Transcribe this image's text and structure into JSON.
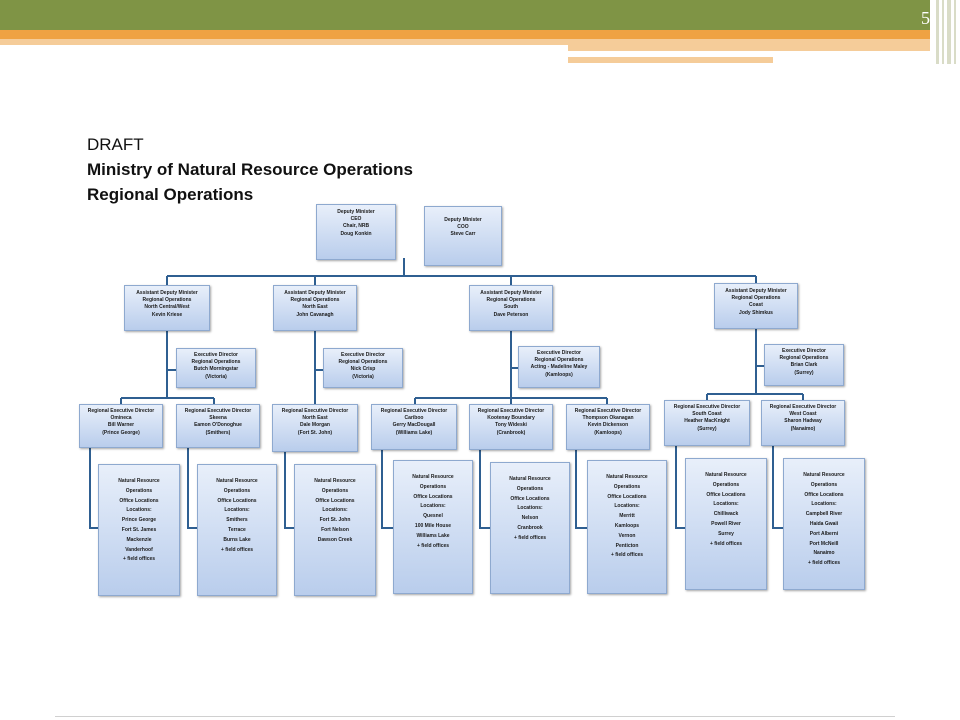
{
  "slide": {
    "page_number": "5"
  },
  "title": {
    "line1": "DRAFT",
    "line2": "Ministry of Natural Resource Operations",
    "line3": "Regional Operations"
  },
  "org": {
    "dm_ceo": [
      "Deputy Minister",
      "CEO",
      "Chair, NRB",
      "Doug Konkin"
    ],
    "dm_coo": [
      "Deputy Minister",
      "COO",
      "Steve Carr"
    ],
    "adm_ncw": [
      "Assistant Deputy Minister",
      "Regional Operations",
      "North Central/West",
      "Kevin Kriese"
    ],
    "adm_ne": [
      "Assistant Deputy Minister",
      "Regional Operations",
      "North East",
      "John Cavanagh"
    ],
    "adm_south": [
      "Assistant Deputy Minister",
      "Regional Operations",
      "South",
      "Dave Peterson"
    ],
    "adm_coast": [
      "Assistant Deputy Minister",
      "Regional Operations",
      "Coast",
      "Jody Shimkus"
    ],
    "ed_ncw": [
      "Executive Director",
      "Regional Operations",
      "Butch Morningstar",
      "(Victoria)"
    ],
    "ed_ne": [
      "Executive Director",
      "Regional Operations",
      "Nick Crisp",
      "(Victoria)"
    ],
    "ed_south": [
      "Executive Director",
      "Regional Operations",
      "Acting - Madeline Maley",
      "(Kamloops)"
    ],
    "ed_coast": [
      "Executive Director",
      "Regional Operations",
      "Brian Clark",
      "(Surrey)"
    ],
    "red_omineca": [
      "Regional Executive Director",
      "Omineca",
      "Bill Warner",
      "(Prince George)"
    ],
    "red_skeena": [
      "Regional Executive Director",
      "Skeena",
      "Eamon O'Donoghue",
      "(Smithers)"
    ],
    "red_northeast": [
      "Regional Executive Director",
      "North East",
      "Dale Morgan",
      "(Fort St. John)"
    ],
    "red_cariboo": [
      "Regional Executive Director",
      "Cariboo",
      "Gerry MacDougall",
      "(Williams Lake)"
    ],
    "red_kootenay": [
      "Regional Executive Director",
      "Kootenay Boundary",
      "Tony Wideski",
      "(Cranbrook)"
    ],
    "red_thompson": [
      "Regional Executive Director",
      "Thompson Okanagan",
      "Kevin Dickenson",
      "(Kamloops)"
    ],
    "red_southcoast": [
      "Regional Executive Director",
      "South Coast",
      "Heather MacKnight",
      "(Surrey)"
    ],
    "red_westcoast": [
      "Regional Executive Director",
      "West Coast",
      "Sharon Hadway",
      "(Nanaimo)"
    ],
    "nro_omineca": [
      "Natural Resource",
      "Operations",
      "Office Locations",
      "Locations:",
      "Prince George",
      "Fort St. James",
      "Mackenzie",
      "Vanderhoof",
      "+ field offices"
    ],
    "nro_skeena": [
      "Natural Resource",
      "Operations",
      "Office Locations",
      "Locations:",
      "Smithers",
      "Terrace",
      "Burns Lake",
      "+ field offices"
    ],
    "nro_northeast": [
      "Natural Resource",
      "Operations",
      "Office Locations",
      "Locations:",
      "Fort St. John",
      "Fort Nelson",
      "Dawson Creek"
    ],
    "nro_cariboo": [
      "Natural Resource",
      "Operations",
      "Office Locations",
      "Locations:",
      "Quesnel",
      "100 Mile House",
      "Williams Lake",
      "+ field offices"
    ],
    "nro_kootenay": [
      "Natural Resource",
      "Operations",
      "Office Locations",
      "Locations:",
      "Nelson",
      "Cranbrook",
      "+ field offices"
    ],
    "nro_thompson": [
      "Natural Resource",
      "Operations",
      "Office Locations",
      "Locations:",
      "Merritt",
      "Kamloops",
      "Vernon",
      "Penticton",
      "+ field offices"
    ],
    "nro_southcoast": [
      "Natural Resource",
      "Operations",
      "Office Locations",
      "Locations:",
      "Chilliwack",
      "Powell River",
      "Surrey",
      "+ field offices"
    ],
    "nro_westcoast": [
      "Natural Resource",
      "Operations",
      "Office Locations",
      "Locations:",
      "Campbell River",
      "Haida Gwaii",
      "Port Alberni",
      "Port McNeill",
      "Nanaimo",
      "+ field offices"
    ]
  }
}
